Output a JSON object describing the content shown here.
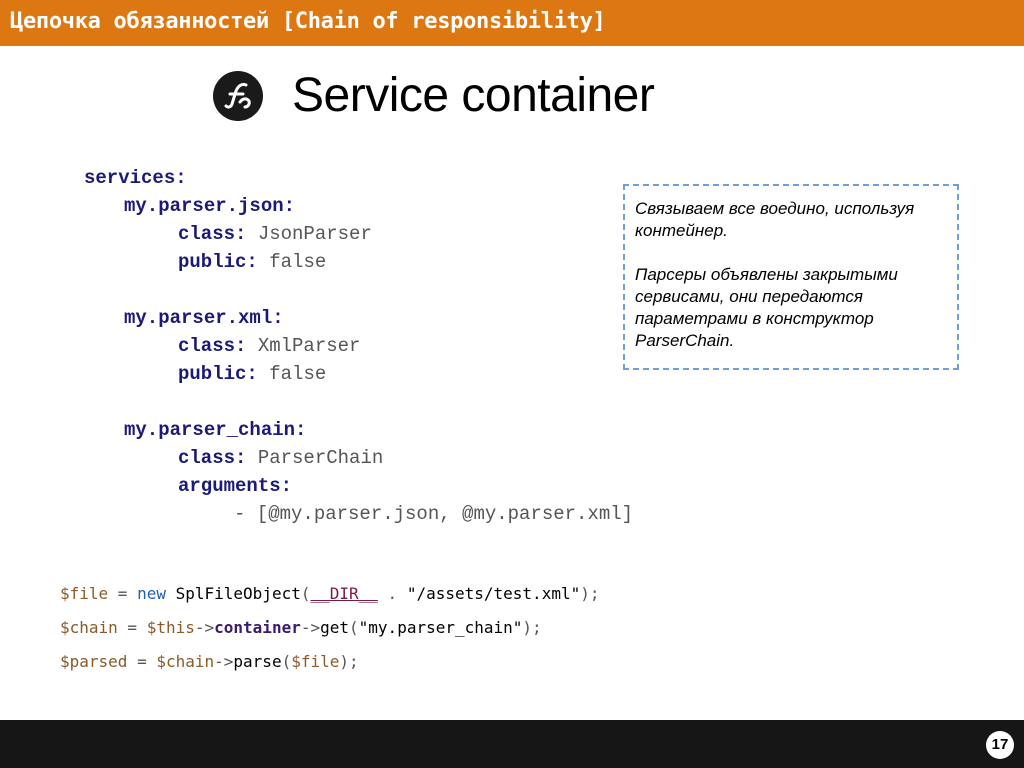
{
  "header": {
    "title": "Цепочка обязанностей [Chain of responsibility]"
  },
  "slide": {
    "title": "Service container",
    "page_number": "17"
  },
  "yaml": {
    "services": "services:",
    "json_key": "my.parser.json:",
    "json_class_key": "class:",
    "json_class_val": "JsonParser",
    "json_public_key": "public:",
    "json_public_val": "false",
    "xml_key": "my.parser.xml:",
    "xml_class_key": "class:",
    "xml_class_val": "XmlParser",
    "xml_public_key": "public:",
    "xml_public_val": "false",
    "chain_key": "my.parser_chain:",
    "chain_class_key": "class:",
    "chain_class_val": "ParserChain",
    "chain_args_key": "arguments:",
    "chain_args_val": "- [@my.parser.json, @my.parser.xml]"
  },
  "note": {
    "p1": "Связываем все воедино, используя контейнер.",
    "p2": "Парсеры объявлены закрытыми сервисами, они передаются параметрами в конструктор ParserChain."
  },
  "php": {
    "l1_var": "$file",
    "l1_eq": " = ",
    "l1_new": "new",
    "l1_cls": " SplFileObject",
    "l1_open": "(",
    "l1_const": "__DIR__",
    "l1_dot": " . ",
    "l1_str": "\"/assets/test.xml\"",
    "l1_close": ");",
    "l2_var": "$chain",
    "l2_eq": " = ",
    "l2_this": "$this",
    "l2_arrow1": "->",
    "l2_prop": "container",
    "l2_arrow2": "->",
    "l2_meth": "get",
    "l2_open": "(",
    "l2_str": "\"my.parser_chain\"",
    "l2_close": ");",
    "l3_var": "$parsed",
    "l3_eq": " = ",
    "l3_chain": "$chain",
    "l3_arrow": "->",
    "l3_meth": "parse",
    "l3_open": "(",
    "l3_arg": "$file",
    "l3_close": ");"
  },
  "colors": {
    "header": "#dd7712",
    "footer": "#161616",
    "note_border": "#6f9fd8"
  },
  "icons": {
    "logo": "symfony-logo-icon"
  }
}
